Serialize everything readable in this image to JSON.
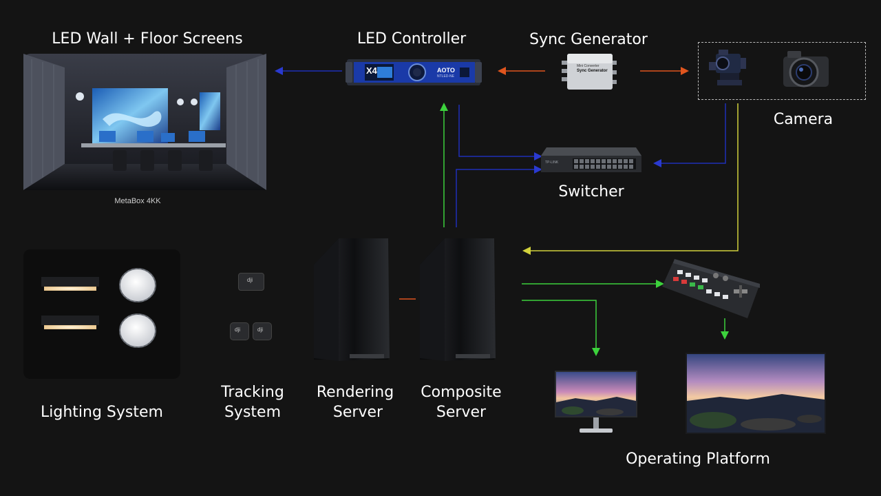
{
  "diagram": {
    "labels": {
      "led_wall": "LED Wall + Floor Screens",
      "metabox": "MetaBox 4KK",
      "led_controller": "LED Controller",
      "sync_generator": "Sync Generator",
      "camera": "Camera",
      "switcher": "Switcher",
      "lighting": "Lighting System",
      "tracking_line1": "Tracking",
      "tracking_line2": "System",
      "rendering_line1": "Rendering",
      "rendering_line2": "Server",
      "composite_line1": "Composite",
      "composite_line2": "Server",
      "operating": "Operating Platform"
    },
    "device_text": {
      "controller_model": "X4",
      "controller_brand": "AOTO",
      "controller_sub": "NTLED-NE",
      "sync_line1": "Mini Converter",
      "sync_line2": "Sync Generator",
      "tracker_brand": "dji",
      "switch_brand": "TP-LINK"
    },
    "colors": {
      "background": "#141414",
      "wire_blue": "#1f2fb8",
      "wire_orange": "#e0551e",
      "wire_green": "#3cd23c",
      "wire_yellow": "#d2d23c"
    }
  }
}
